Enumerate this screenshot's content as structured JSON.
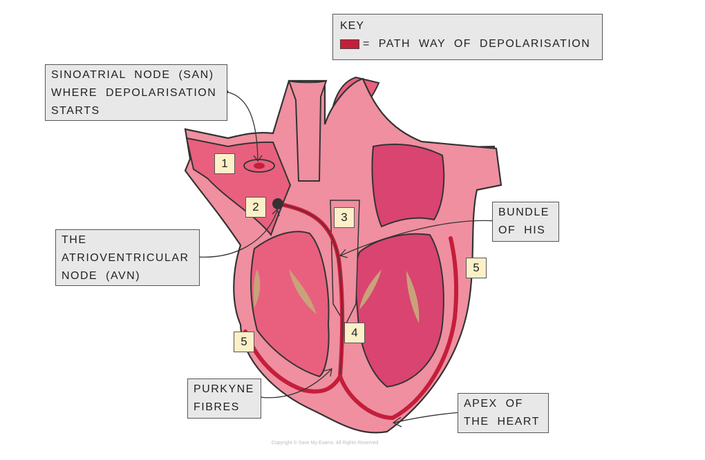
{
  "key": {
    "title": "KEY",
    "label": "= PATH WAY OF DEPOLARISATION",
    "swatch_color": "#c41e3a"
  },
  "labels": {
    "san": [
      "SINOATRIAL NODE (SAN)",
      "WHERE DEPOLARISATION",
      "STARTS"
    ],
    "avn": [
      "THE",
      "ATRIOVENTRICULAR",
      "NODE (AVN)"
    ],
    "bundle": [
      "BUNDLE",
      "OF HIS"
    ],
    "purkyne": [
      "PURKYNE",
      "FIBRES"
    ],
    "apex": [
      "APEX OF",
      "THE HEART"
    ]
  },
  "step_numbers": {
    "n1": "1",
    "n2": "2",
    "n3": "3",
    "n4": "4",
    "n5_right": "5",
    "n5_left": "5"
  },
  "colors": {
    "heart_outer": "#ef8fa0",
    "heart_chamber": "#e8607e",
    "left_ventricle": "#d94470",
    "pathway": "#c41e3a",
    "valve": "#c9a27a",
    "label_bg": "#e8e8e8",
    "number_bg": "#fdf0c8"
  },
  "copyright": "Copyright © Save My Exams. All Rights Reserved"
}
